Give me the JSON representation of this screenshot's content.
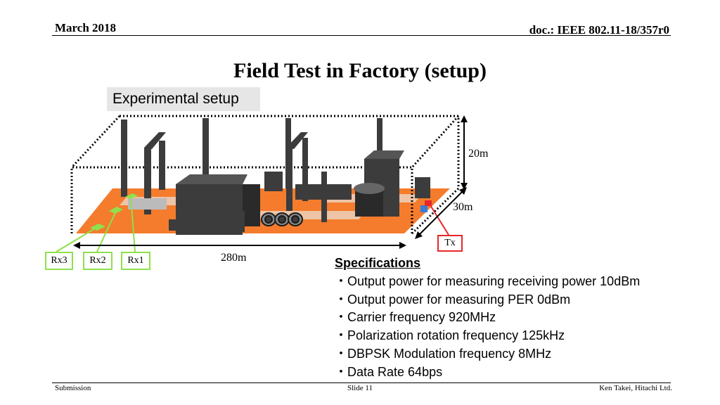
{
  "header": {
    "date": "March 2018",
    "doc": "doc.: IEEE 802.11-18/357r0"
  },
  "slide": {
    "title": "Field Test in Factory (setup)",
    "subtitle": "Experimental setup"
  },
  "diagram": {
    "dims": {
      "height": "20m",
      "depth": "30m",
      "length": "280m"
    },
    "receivers": [
      "Rx3",
      "Rx2",
      "Rx1"
    ],
    "transmitter": "Tx",
    "colors": {
      "floor": "#f47c2c",
      "machines": "#3c3c3c",
      "rx": "#8fe04c",
      "tx": "#e8262a"
    }
  },
  "specs": {
    "heading": "Specifications",
    "items": [
      "・Output power for measuring receiving power 10dBm",
      "・Output power for measuring PER 0dBm",
      "・Carrier frequency 920MHz",
      "・Polarization rotation frequency 125kHz",
      "・DBPSK Modulation frequency 8MHz",
      "・Data Rate 64bps"
    ]
  },
  "footer": {
    "left": "Submission",
    "center": "Slide 11",
    "right": "Ken Takei, Hitachi Ltd."
  }
}
